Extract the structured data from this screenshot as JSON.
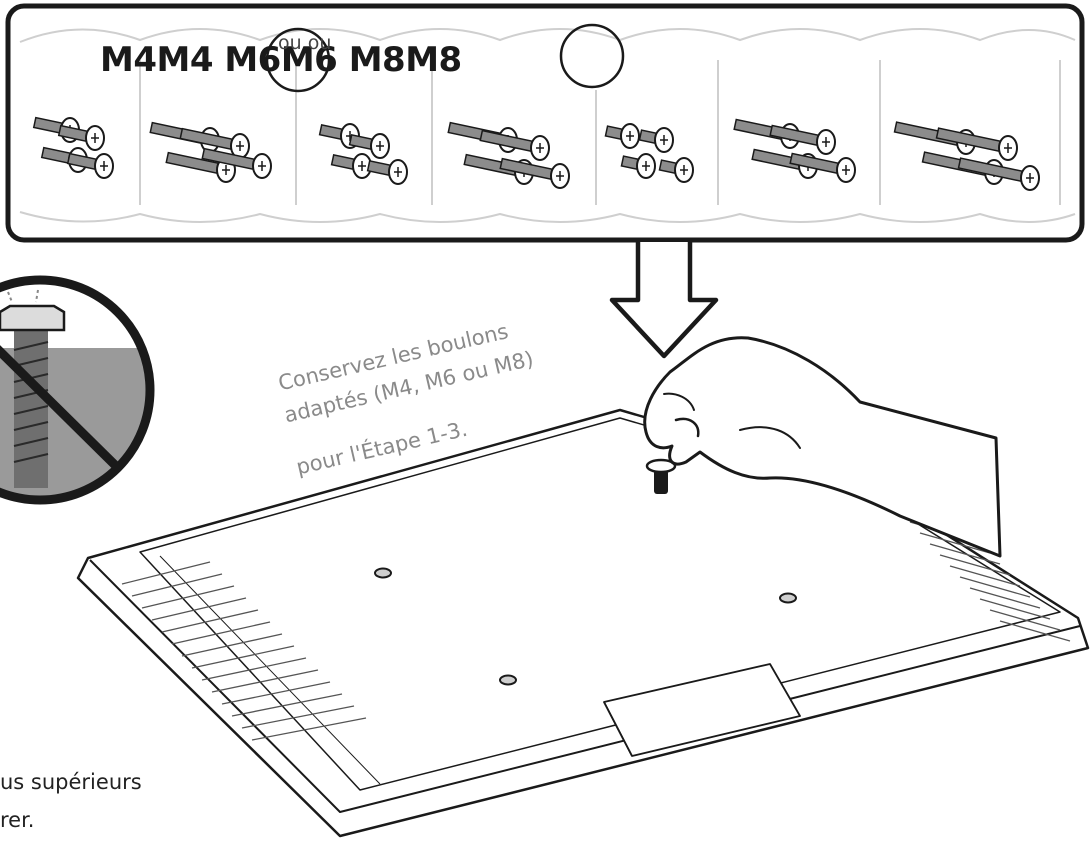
{
  "bolt_panel": {
    "size_labels": [
      "M4",
      "M4",
      "M6",
      "M6",
      "M8",
      "M8"
    ],
    "or_label": "ou ou"
  },
  "note": {
    "lines": [
      "Conservez les boulons",
      "adaptés (M4, M6 ou M8)",
      "pour l'Étape 1-3."
    ]
  },
  "caption": {
    "lines": [
      "us supérieurs",
      "rer."
    ]
  },
  "colors": {
    "line": "#1a1a1a",
    "note_text": "#8a8a8a"
  },
  "icons": [
    "bolt-icon",
    "no-bolt-warning-icon",
    "down-arrow-icon",
    "hand-icon"
  ]
}
